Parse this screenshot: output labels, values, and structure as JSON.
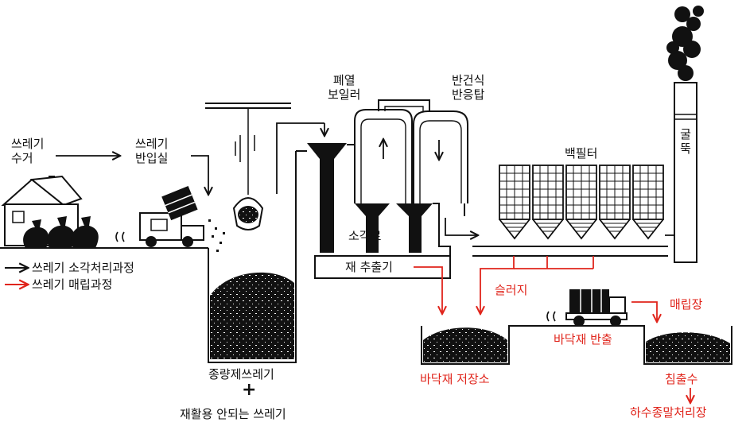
{
  "labels": {
    "collect": "쓰레기\n수거",
    "receive": "쓰레기\n반입실",
    "waste_heat_boiler": "폐열\n보일러",
    "semi_dry_reactor": "반건식\n반응탑",
    "bag_filter": "백필터",
    "chimney": "굴뚝",
    "incinerator": "소각로",
    "ash_extractor": "재 추출기",
    "sludge": "슬러지",
    "bottom_ash_storage": "바닥재 저장소",
    "bottom_ash_transport": "바닥재 반출",
    "landfill": "매립장",
    "leachate": "침출수",
    "sewage_plant": "하수종말처리장",
    "volume_waste": "종량제쓰레기",
    "plus": "+",
    "non_recyclable": "재활용 안되는 쓰레기"
  },
  "legend": {
    "incineration": "쓰레기 소각처리과정",
    "landfill": "쓰레기 매립과정"
  },
  "colors": {
    "incineration": "#111111",
    "landfill": "#e0241b"
  }
}
